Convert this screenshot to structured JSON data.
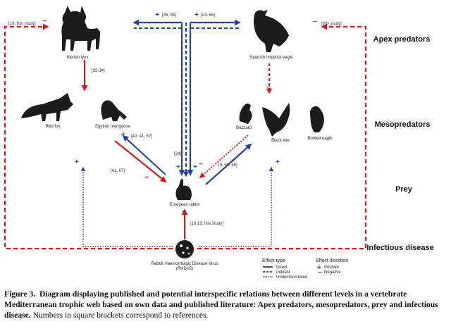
{
  "levels": {
    "apex": "Apex predators",
    "meso": "Mesopredators",
    "prey": "Prey",
    "disease": "Infectious disease"
  },
  "species": {
    "lynx": "Iberian lynx",
    "eagle": "Spanish Imperial eagle",
    "fox": "Red fox",
    "mongoose": "Egytian mongoose",
    "buzzard": "Buzzard",
    "kite": "Black kite",
    "booted": "Booted eagle",
    "rabbit": "European rabbit",
    "virus_line1": "Rabbit Haemorrhagic Disease Virus",
    "virus_line2": "(RHDV2)"
  },
  "references": {
    "lynx_left": "[18, this study]",
    "eagle_right": "[this study]",
    "lynx_mid": "[35, 65]",
    "eagle_mid": "[24, 66]",
    "lynx_fox": "[32-34]",
    "mongoose_up": "[40, 41, 67]",
    "mongoose_down": "[41, 67]",
    "center": "[34]",
    "raptors": "[9, 68, 69]",
    "virus": "[18,19, this study]"
  },
  "signs": {
    "positive": "+",
    "negative": "−"
  },
  "legend": {
    "effect_type_title": "Effect type",
    "direct": "Direct",
    "indirect": "Indirect",
    "undemonstrated": "Undemonstrated",
    "effect_direction_title": "Effect direction",
    "positive": "Positive",
    "negative": "Negative"
  },
  "caption": {
    "label": "Figure 3.",
    "bold_text": "Diagram displaying published and potential interspecific relations between different levels in a vertebrate Mediterranean trophic web based on own data and published literature: Apex predators, mesopredators, prey and infectious disease.",
    "plain_text": "Numbers in square brackets correspond to references."
  },
  "colors": {
    "red": "#d7191c",
    "blue": "#2b3f9e",
    "silhouette": "#1c1c1c"
  }
}
